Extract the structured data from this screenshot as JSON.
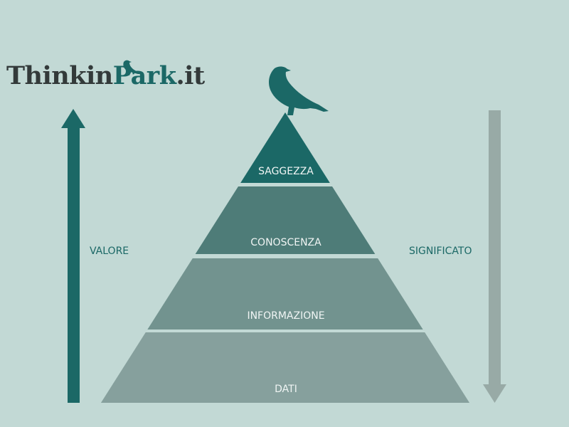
{
  "logo": {
    "part1": "Thinkin",
    "part2": "Park",
    "part3": ".it"
  },
  "left_label": "VALORE",
  "right_label": "SIGNIFICATO",
  "tiers": [
    {
      "label": "SAGGEZZA",
      "color": "#1b6866"
    },
    {
      "label": "CONOSCENZA",
      "color": "#4e7c78"
    },
    {
      "label": "INFORMAZIONE",
      "color": "#72938f"
    },
    {
      "label": "DATI",
      "color": "#86a09d"
    }
  ],
  "colors": {
    "background": "#c2d9d5",
    "up_arrow": "#1b6866",
    "down_arrow": "#98aaa6"
  }
}
